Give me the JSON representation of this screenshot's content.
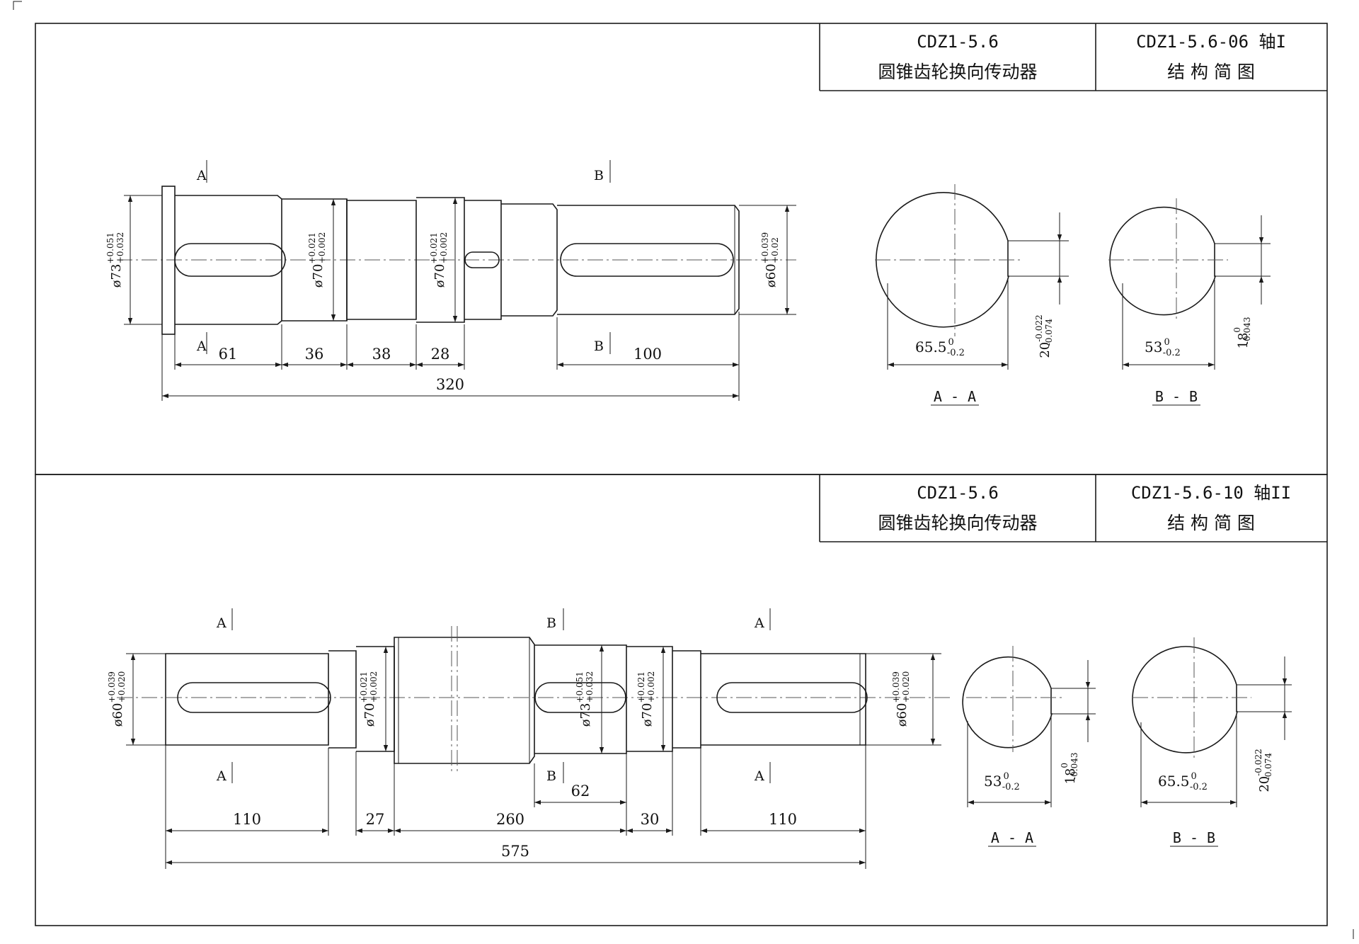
{
  "panel1": {
    "title_block": {
      "product_code": "CDZ1-5.6",
      "product_name": "圆锥齿轮换向传动器",
      "drawing_code": "CDZ1-5.6-06 轴I",
      "drawing_type": "结 构 简 图"
    },
    "section_markers": {
      "a": "A",
      "b": "B"
    },
    "diameters": {
      "d73": {
        "base": "ø73",
        "upper": "+0.051",
        "lower": "+0.032"
      },
      "d70a": {
        "base": "ø70",
        "upper": "+0.021",
        "lower": "+0.002"
      },
      "d70b": {
        "base": "ø70",
        "upper": "+0.021",
        "lower": "+0.002"
      },
      "d60": {
        "base": "ø60",
        "upper": "+0.039",
        "lower": "+0.02"
      }
    },
    "lengths": {
      "l61": "61",
      "l36": "36",
      "l38": "38",
      "l28": "28",
      "l100": "100",
      "total": "320"
    },
    "section_aa": {
      "label": "A - A",
      "width_base": "65.5",
      "width_upper": "0",
      "width_lower": "-0.2",
      "key_base": "20",
      "key_upper": "-0.022",
      "key_lower": "-0.074"
    },
    "section_bb": {
      "label": "B - B",
      "width_base": "53",
      "width_upper": "0",
      "width_lower": "-0.2",
      "key_base": "18",
      "key_upper": "0",
      "key_lower": "-0.043"
    }
  },
  "panel2": {
    "title_block": {
      "product_code": "CDZ1-5.6",
      "product_name": "圆锥齿轮换向传动器",
      "drawing_code": "CDZ1-5.6-10 轴II",
      "drawing_type": "结 构 简 图"
    },
    "section_markers": {
      "a": "A",
      "b": "B"
    },
    "diameters": {
      "d60l": {
        "base": "ø60",
        "upper": "+0.039",
        "lower": "+0.020"
      },
      "d70l": {
        "base": "ø70",
        "upper": "+0.021",
        "lower": "+0.002"
      },
      "d73": {
        "base": "ø73",
        "upper": "+0.051",
        "lower": "+0.032"
      },
      "d70r": {
        "base": "ø70",
        "upper": "+0.021",
        "lower": "+0.002"
      },
      "d60r": {
        "base": "ø60",
        "upper": "+0.039",
        "lower": "+0.020"
      }
    },
    "lengths": {
      "l110a": "110",
      "l27": "27",
      "l260": "260",
      "l62": "62",
      "l30": "30",
      "l110b": "110",
      "total": "575"
    },
    "section_aa": {
      "label": "A - A",
      "width_base": "53",
      "width_upper": "0",
      "width_lower": "-0.2",
      "key_base": "18",
      "key_upper": "0",
      "key_lower": "-0.043"
    },
    "section_bb": {
      "label": "B - B",
      "width_base": "65.5",
      "width_upper": "0",
      "width_lower": "-0.2",
      "key_base": "20",
      "key_upper": "-0.022",
      "key_lower": "-0.074"
    }
  }
}
